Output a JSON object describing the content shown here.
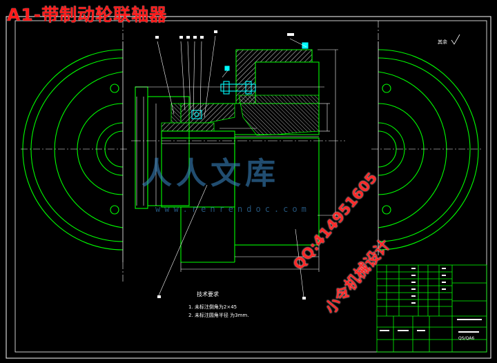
{
  "title": "A1-带制动轮联轴器",
  "technical_requirements": {
    "heading": "技术要求",
    "items": [
      "1. 未标注倒角为2×45",
      "2. 未标注圆角半径 为3mm."
    ]
  },
  "roughness_note": "其余",
  "drawing_number": "QS/QA6",
  "watermark": {
    "logo": "人人文库",
    "url": "www.renrendoc.com"
  },
  "promo": {
    "qq": "QQ:414951605",
    "studio": "小令机械设计"
  },
  "colors": {
    "background": "#000000",
    "frame": "#ffffff",
    "outline": "#00ff00",
    "hatch": "#b8b8b8",
    "dimension": "#ffffff",
    "fastener": "#00ffff",
    "accent_red": "#ff1a1a"
  }
}
